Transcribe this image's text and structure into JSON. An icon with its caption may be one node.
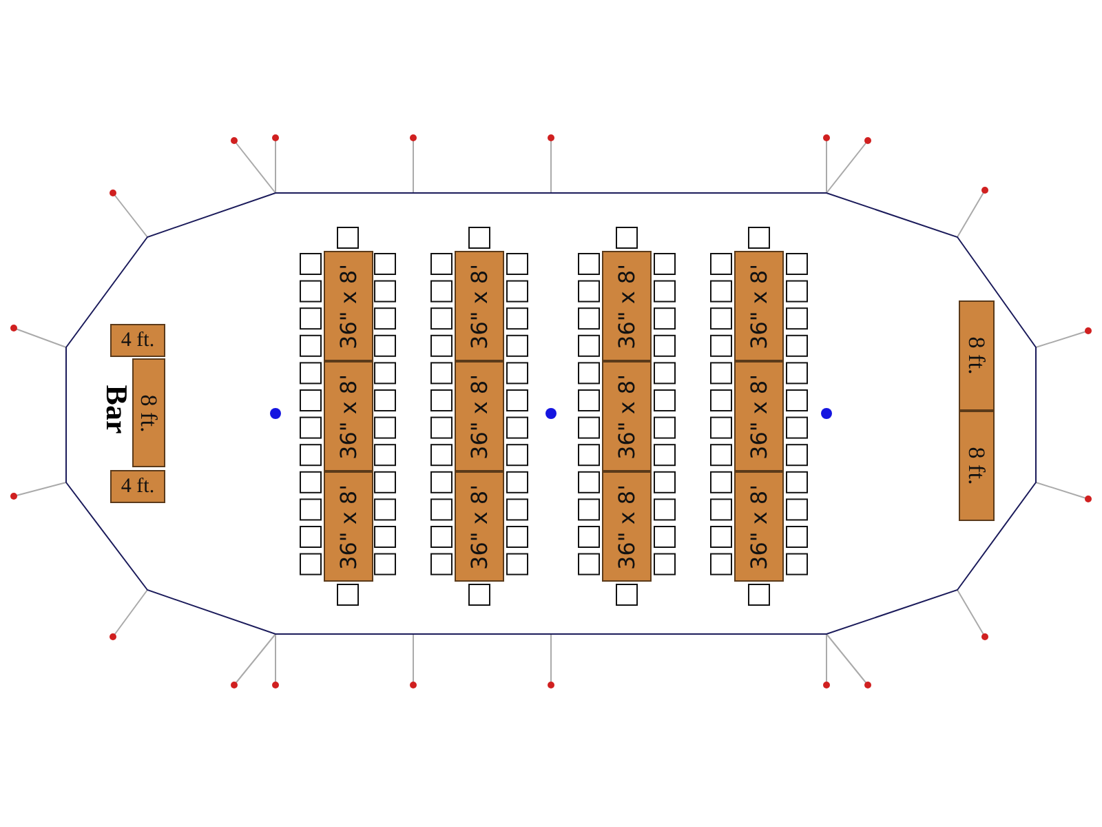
{
  "diagram": {
    "nodes": [
      {
        "text": [
          "4 ft."
        ]
      },
      {
        "text": [
          "8 ft."
        ]
      },
      {
        "text": [
          "4 ft."
        ]
      },
      {
        "text": [
          "36\" x 8'"
        ]
      },
      {
        "text": [
          "36\" x 8'"
        ]
      },
      {
        "text": [
          "36\" x 8'"
        ]
      },
      {
        "text": [
          "36\" x 8'"
        ]
      },
      {
        "text": [
          "36\" x 8'"
        ]
      },
      {
        "text": [
          "36\" x 8'"
        ]
      },
      {
        "text": [
          "36\" x 8'"
        ]
      },
      {
        "text": [
          "36\" x 8'"
        ]
      },
      {
        "text": [
          "36\" x 8'"
        ]
      },
      {
        "text": [
          "36\" x 8'"
        ]
      },
      {
        "text": [
          "36\" x 8'"
        ]
      },
      {
        "text": [
          "36\" x 8'"
        ]
      },
      {
        "text": [
          "8 ft."
        ]
      },
      {
        "text": [
          "8 ft."
        ]
      }
    ],
    "labels": [
      "Bar"
    ]
  }
}
